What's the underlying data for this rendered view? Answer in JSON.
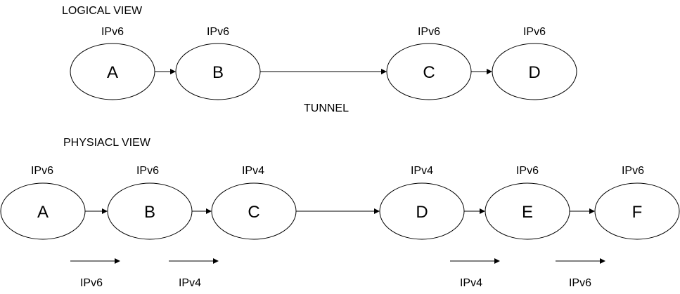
{
  "logical": {
    "title": "LOGICAL VIEW",
    "nodes": [
      {
        "id": "A",
        "protocol": "IPv6"
      },
      {
        "id": "B",
        "protocol": "IPv6"
      },
      {
        "id": "C",
        "protocol": "IPv6"
      },
      {
        "id": "D",
        "protocol": "IPv6"
      }
    ],
    "tunnel_label": "TUNNEL"
  },
  "physical": {
    "title": "PHYSIACL VIEW",
    "nodes": [
      {
        "id": "A",
        "protocol": "IPv6"
      },
      {
        "id": "B",
        "protocol": "IPv6"
      },
      {
        "id": "C",
        "protocol": "IPv4"
      },
      {
        "id": "D",
        "protocol": "IPv4"
      },
      {
        "id": "E",
        "protocol": "IPv6"
      },
      {
        "id": "F",
        "protocol": "IPv6"
      }
    ],
    "hop_labels": [
      "IPv6",
      "IPv4",
      "IPv4",
      "IPv6"
    ]
  }
}
